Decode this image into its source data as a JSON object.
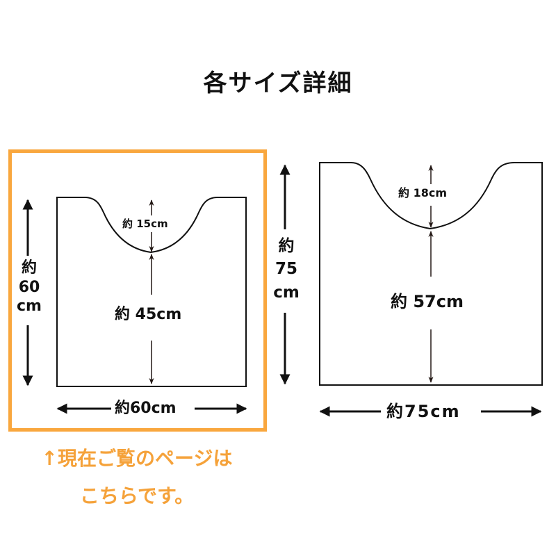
{
  "title": "各サイズ詳細",
  "colors": {
    "highlight": "#F9A73E",
    "note_text": "#F5A23A",
    "line": "#111111"
  },
  "small_mat": {
    "height_label": {
      "prefix": "約",
      "value": "60",
      "unit": "cm"
    },
    "width_label": "約60cm",
    "cutout_depth_label": "約 15cm",
    "front_length_label": "約 45cm",
    "highlighted": true
  },
  "large_mat": {
    "height_label": {
      "prefix": "約",
      "value": "75",
      "unit": "cm"
    },
    "width_label": "約75cm",
    "cutout_depth_label": "約 18cm",
    "front_length_label": "約 57cm"
  },
  "note": {
    "line1": "↑現在ご覧のページは",
    "line2": "こちらです。"
  }
}
